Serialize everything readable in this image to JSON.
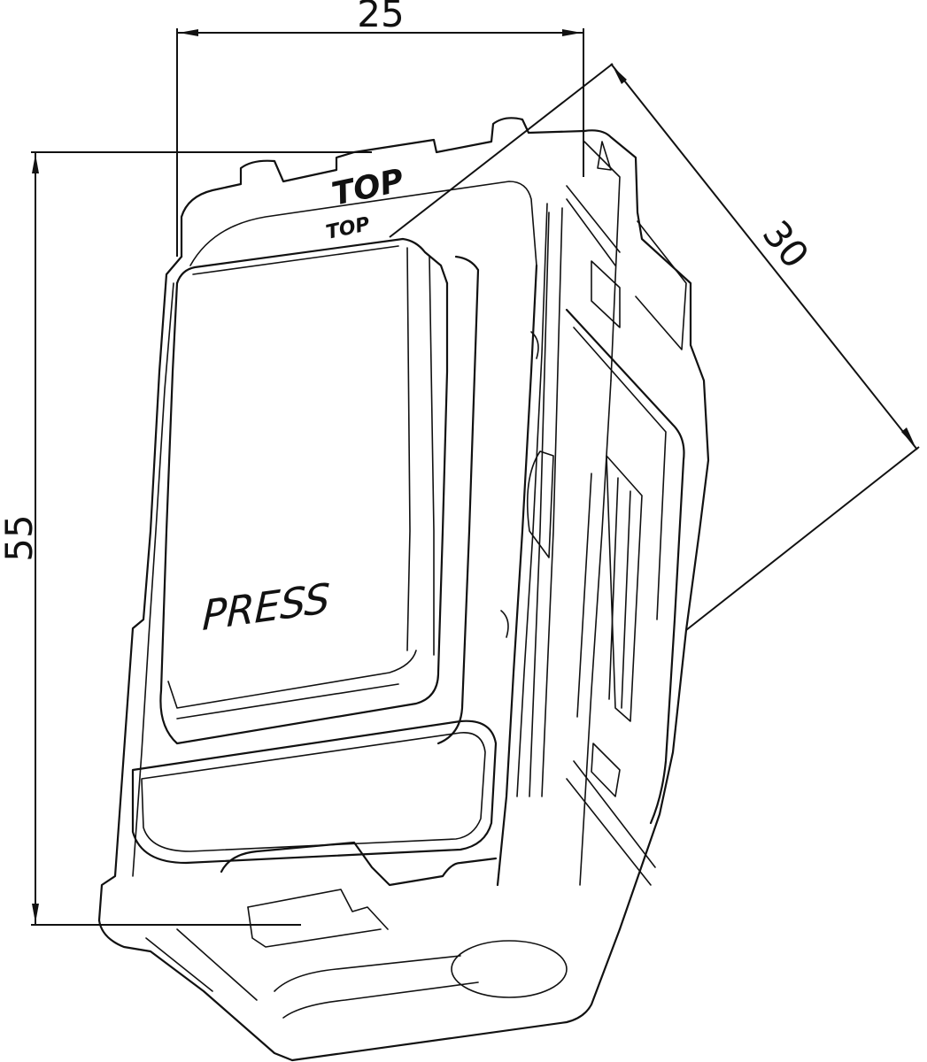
{
  "drawing": {
    "subject": "grid switch module (press-type), isometric outline drawing",
    "line_color": "#111111",
    "background": "#ffffff"
  },
  "dimensions": {
    "width": {
      "value": "25",
      "orientation": "horizontal"
    },
    "height": {
      "value": "55",
      "orientation": "vertical"
    },
    "depth": {
      "value": "30",
      "orientation": "diagonal"
    }
  },
  "labels": {
    "press": "PRESS",
    "top_large": "TOP",
    "top_small": "TOP"
  }
}
